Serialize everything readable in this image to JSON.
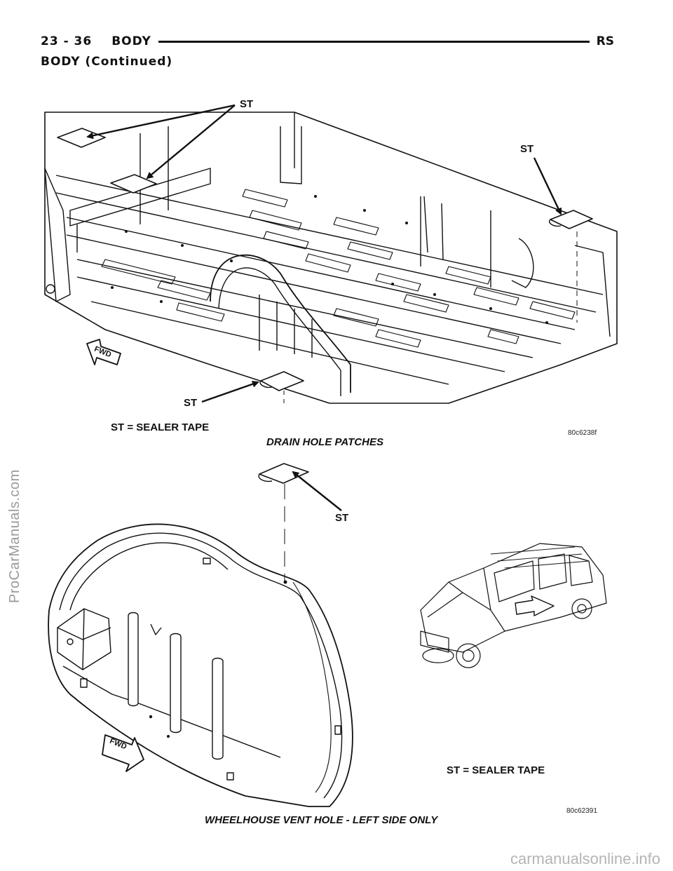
{
  "header": {
    "page": "23 - 36",
    "section": "BODY",
    "model": "RS"
  },
  "continued_title": "BODY (Continued)",
  "figure1": {
    "callouts": [
      "ST",
      "ST",
      "ST"
    ],
    "fwd": "FWD",
    "legend": "ST = SEALER TAPE",
    "code": "80c6238f",
    "caption": "DRAIN HOLE PATCHES"
  },
  "figure2": {
    "callout": "ST",
    "fwd": "FWD",
    "legend": "ST = SEALER TAPE",
    "code": "80c62391",
    "caption": "WHEELHOUSE VENT HOLE - LEFT SIDE ONLY"
  },
  "watermarks": {
    "side": "ProCarManuals.com",
    "bottom": "carmanualsonline.info"
  }
}
